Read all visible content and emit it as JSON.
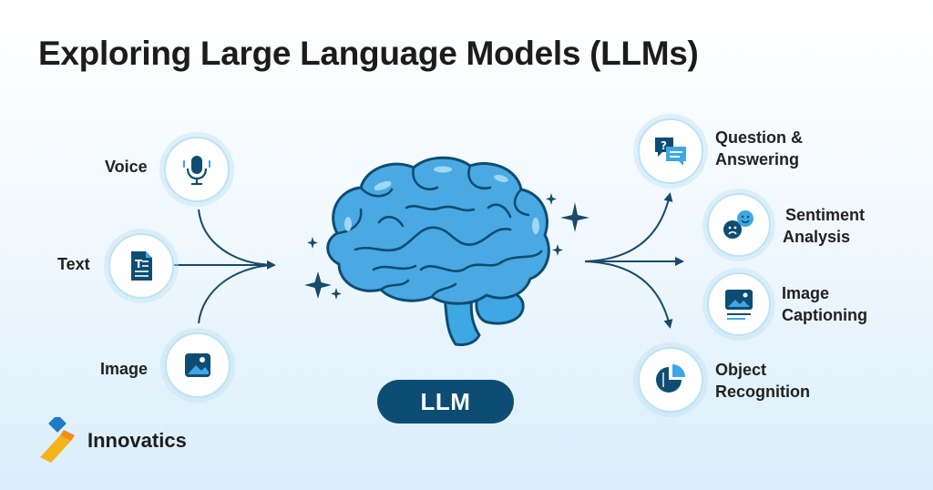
{
  "title": "Exploring Large Language Models (LLMs)",
  "inputs": [
    {
      "label": "Voice",
      "icon": "microphone-icon"
    },
    {
      "label": "Text",
      "icon": "document-icon"
    },
    {
      "label": "Image",
      "icon": "image-icon"
    }
  ],
  "center": {
    "label": "LLM",
    "icon": "brain-icon"
  },
  "outputs": [
    {
      "line1": "Question &",
      "line2": "Answering",
      "icon": "chat-bubbles-icon"
    },
    {
      "line1": "Sentiment",
      "line2": "Analysis",
      "icon": "emotion-faces-icon"
    },
    {
      "line1": "Image",
      "line2": "Captioning",
      "icon": "caption-image-icon"
    },
    {
      "line1": "Object",
      "line2": "Recognition",
      "icon": "pie-chart-icon"
    }
  ],
  "brand": {
    "name": "Innovatics",
    "icon": "innovatics-logo"
  },
  "colors": {
    "primary_dark": "#0e4d73",
    "brain_blue": "#3fa7e4",
    "circle_border": "#bfe2f4",
    "background_light": "#eef7fd"
  }
}
